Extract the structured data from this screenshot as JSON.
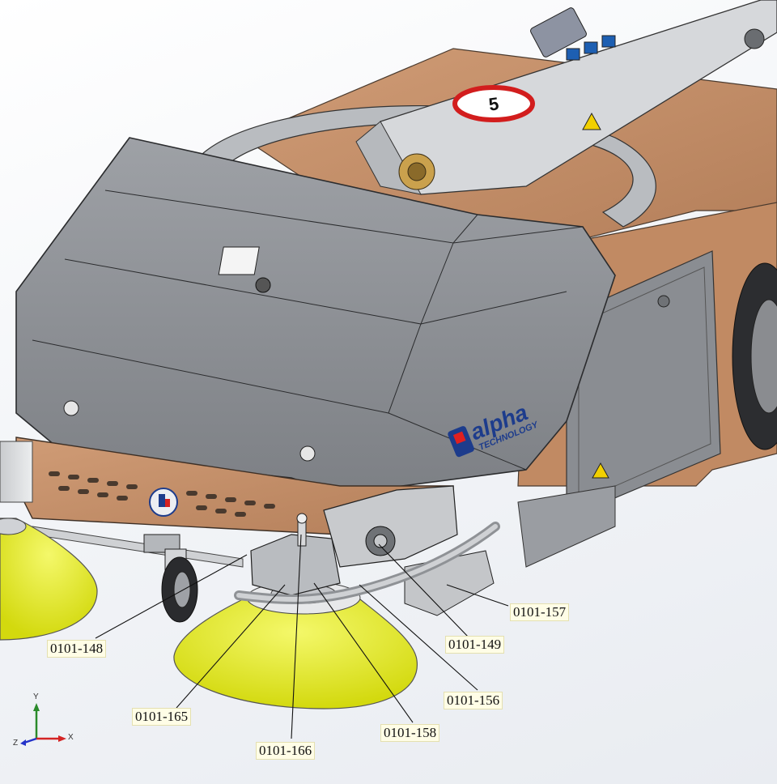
{
  "callouts": [
    {
      "id": "c148",
      "label": "0101-148"
    },
    {
      "id": "c165",
      "label": "0101-165"
    },
    {
      "id": "c166",
      "label": "0101-166"
    },
    {
      "id": "c158",
      "label": "0101-158"
    },
    {
      "id": "c156",
      "label": "0101-156"
    },
    {
      "id": "c149",
      "label": "0101-149"
    },
    {
      "id": "c157",
      "label": "0101-157"
    }
  ],
  "branding": {
    "logo_text": "alpha",
    "logo_subtext": "TECHNOLOGY"
  },
  "speed_sign": {
    "value": "5"
  },
  "triad": {
    "x": "X",
    "y": "Y",
    "z": "Z"
  },
  "colors": {
    "body_copper": "#c8916a",
    "hood_gray": "#8e9196",
    "brush_yellow": "#e6ec1c",
    "frame_light": "#d3d5d8"
  }
}
